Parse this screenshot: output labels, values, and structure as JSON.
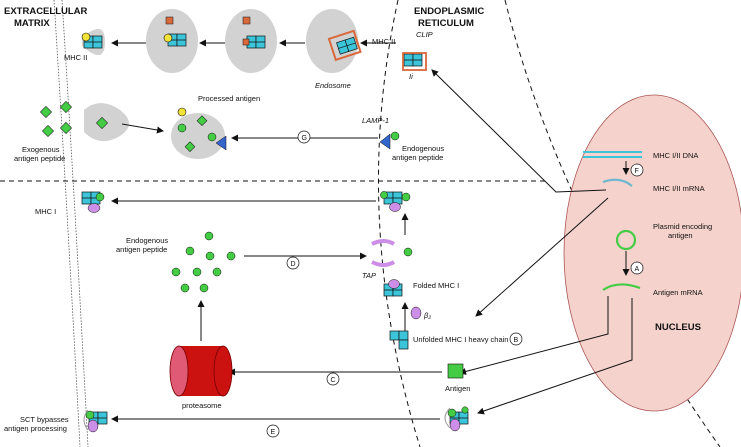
{
  "regions": {
    "extracellular_matrix_line1": "EXTRACELLULAR",
    "extracellular_matrix_line2": "MATRIX",
    "endoplasmic_reticulum_line1": "ENDOPLASMIC",
    "endoplasmic_reticulum_line2": "RETICULUM",
    "nucleus": "NUCLEUS"
  },
  "labels": {
    "mhc_ii_left": "MHC II",
    "mhc_ii_er": "MHC II",
    "clip": "CLIP",
    "ii": "Ii",
    "endosome": "Endosome",
    "processed_antigen": "Processed antigen",
    "exogenous_line1": "Exogenous",
    "exogenous_line2": "antigen peptide",
    "lamp1": "LAMP-1",
    "endogenous_top_line1": "Endogenous",
    "endogenous_top_line2": "antigen peptide",
    "mhc_i_dna": "MHC I/II DNA",
    "mhc_i_mrna": "MHC I/II mRNA",
    "plasmid_line1": "Plasmid encoding",
    "plasmid_line2": "antigen",
    "antigen_mrna": "Antigen mRNA",
    "mhc_i": "MHC I",
    "endogenous_mid_line1": "Endogenous",
    "endogenous_mid_line2": "antigen peptide",
    "tap": "TAP",
    "folded_mhc_i": "Folded MHC I",
    "beta2": "β₂",
    "unfolded_mhc_i": "Unfolded MHC I heavy chain",
    "antigen": "Antigen",
    "proteasome": "proteasome",
    "sct_line1": "SCT bypasses",
    "sct_line2": "antigen processing"
  },
  "steps": {
    "a": "A",
    "b": "B",
    "c": "C",
    "d": "D",
    "e": "E",
    "f": "F",
    "g": "G"
  },
  "colors": {
    "mhc_cyan": "#3cc4d8",
    "peptide_green": "#44cc44",
    "antigen_yellow": "#f2e23a",
    "endo_orange": "#d9683a",
    "beta2_violet": "#cc8ee6",
    "nucleus_pink": "#f6d2cc",
    "vesicle_gray": "#d2d2d2",
    "proteasome_red": "#cc1111",
    "lamp_blue": "#3366cc"
  }
}
